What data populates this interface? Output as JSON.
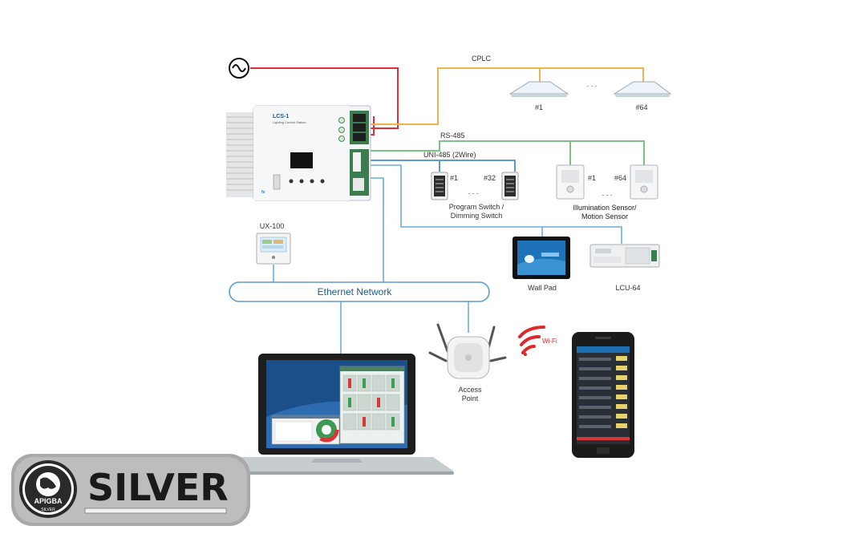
{
  "labels": {
    "bus_cplc": "CPLC",
    "light_first": "#1",
    "light_dots": ". . .",
    "light_last": "#64",
    "bus_rs485": "RS-485",
    "bus_uni485": "UNI-485 (2Wire)",
    "switch_first": "#1",
    "switch_dots": ". . .",
    "switch_last": "#32",
    "switch_caption_1": "Program Switch /",
    "switch_caption_2": "Dimming Switch",
    "sensor_first": "#1",
    "sensor_dots": ". . .",
    "sensor_last": "#64",
    "sensor_caption_1": "Illumination Sensor/",
    "sensor_caption_2": "Motion Sensor",
    "controller_name": "LCS-1",
    "controller_subtitle": "Lighting Control Station",
    "ux_name": "UX-100",
    "network": "Ethernet Network",
    "wallpad": "Wall Pad",
    "lcu": "LCU-64",
    "wifi": "Wi-Fi",
    "ap_1": "Access",
    "ap_2": "Point"
  },
  "badge": {
    "word": "SILVER",
    "seal_text": "APIGBA",
    "seal_sub": "SILVER"
  },
  "colors": {
    "power": "#d9323a",
    "cplc": "#f0b44a",
    "rs485": "#7cc08a",
    "uni485": "#5b9bd0",
    "ethernet": "#6aaed6",
    "wifi": "#e02828"
  }
}
